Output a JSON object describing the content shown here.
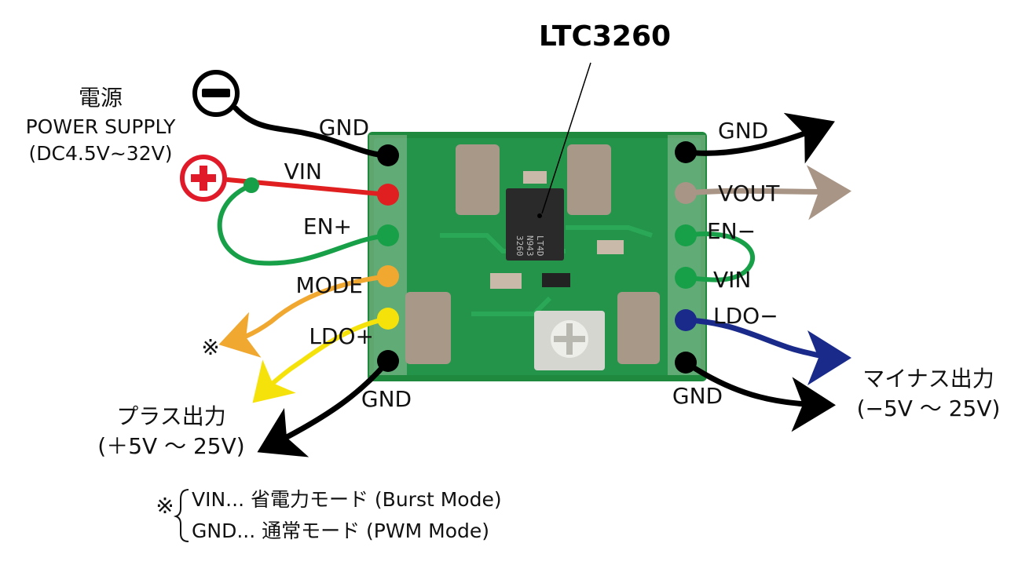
{
  "chip": {
    "name": "LTC3260",
    "marking": [
      "3260",
      "N943",
      "LT4D"
    ]
  },
  "power_supply": {
    "title_jp": "電源",
    "title_en": "POWER SUPPLY",
    "range": "(DC4.5V~32V)",
    "minus_symbol": "minus",
    "plus_symbol": "plus"
  },
  "left_pins": [
    "GND",
    "VIN",
    "EN+",
    "MODE",
    "LDO+",
    "GND"
  ],
  "right_pins": [
    "GND",
    "VOUT",
    "EN−",
    "VIN",
    "LDO−",
    "GND"
  ],
  "plus_output": {
    "label": "プラス出力",
    "range": "(＋5V 〜 25V)"
  },
  "minus_output": {
    "label": "マイナス出力",
    "range": "(−5V 〜 25V)"
  },
  "mode_note": {
    "mark": "※",
    "lines": [
      "VIN... 省電力モード (Burst Mode)",
      "GND... 通常モード (PWM Mode)"
    ]
  },
  "colors": {
    "board": "#1f8a3e",
    "gnd_wire": "#000000",
    "vin_wire": "#e02020",
    "en_wire": "#18a048",
    "mode_wire": "#f0a830",
    "ldo_plus_wire": "#f5e20a",
    "vout_wire": "#a89585",
    "ldo_minus_wire": "#1a2a8a",
    "plus_symbol": "#e01a28"
  }
}
